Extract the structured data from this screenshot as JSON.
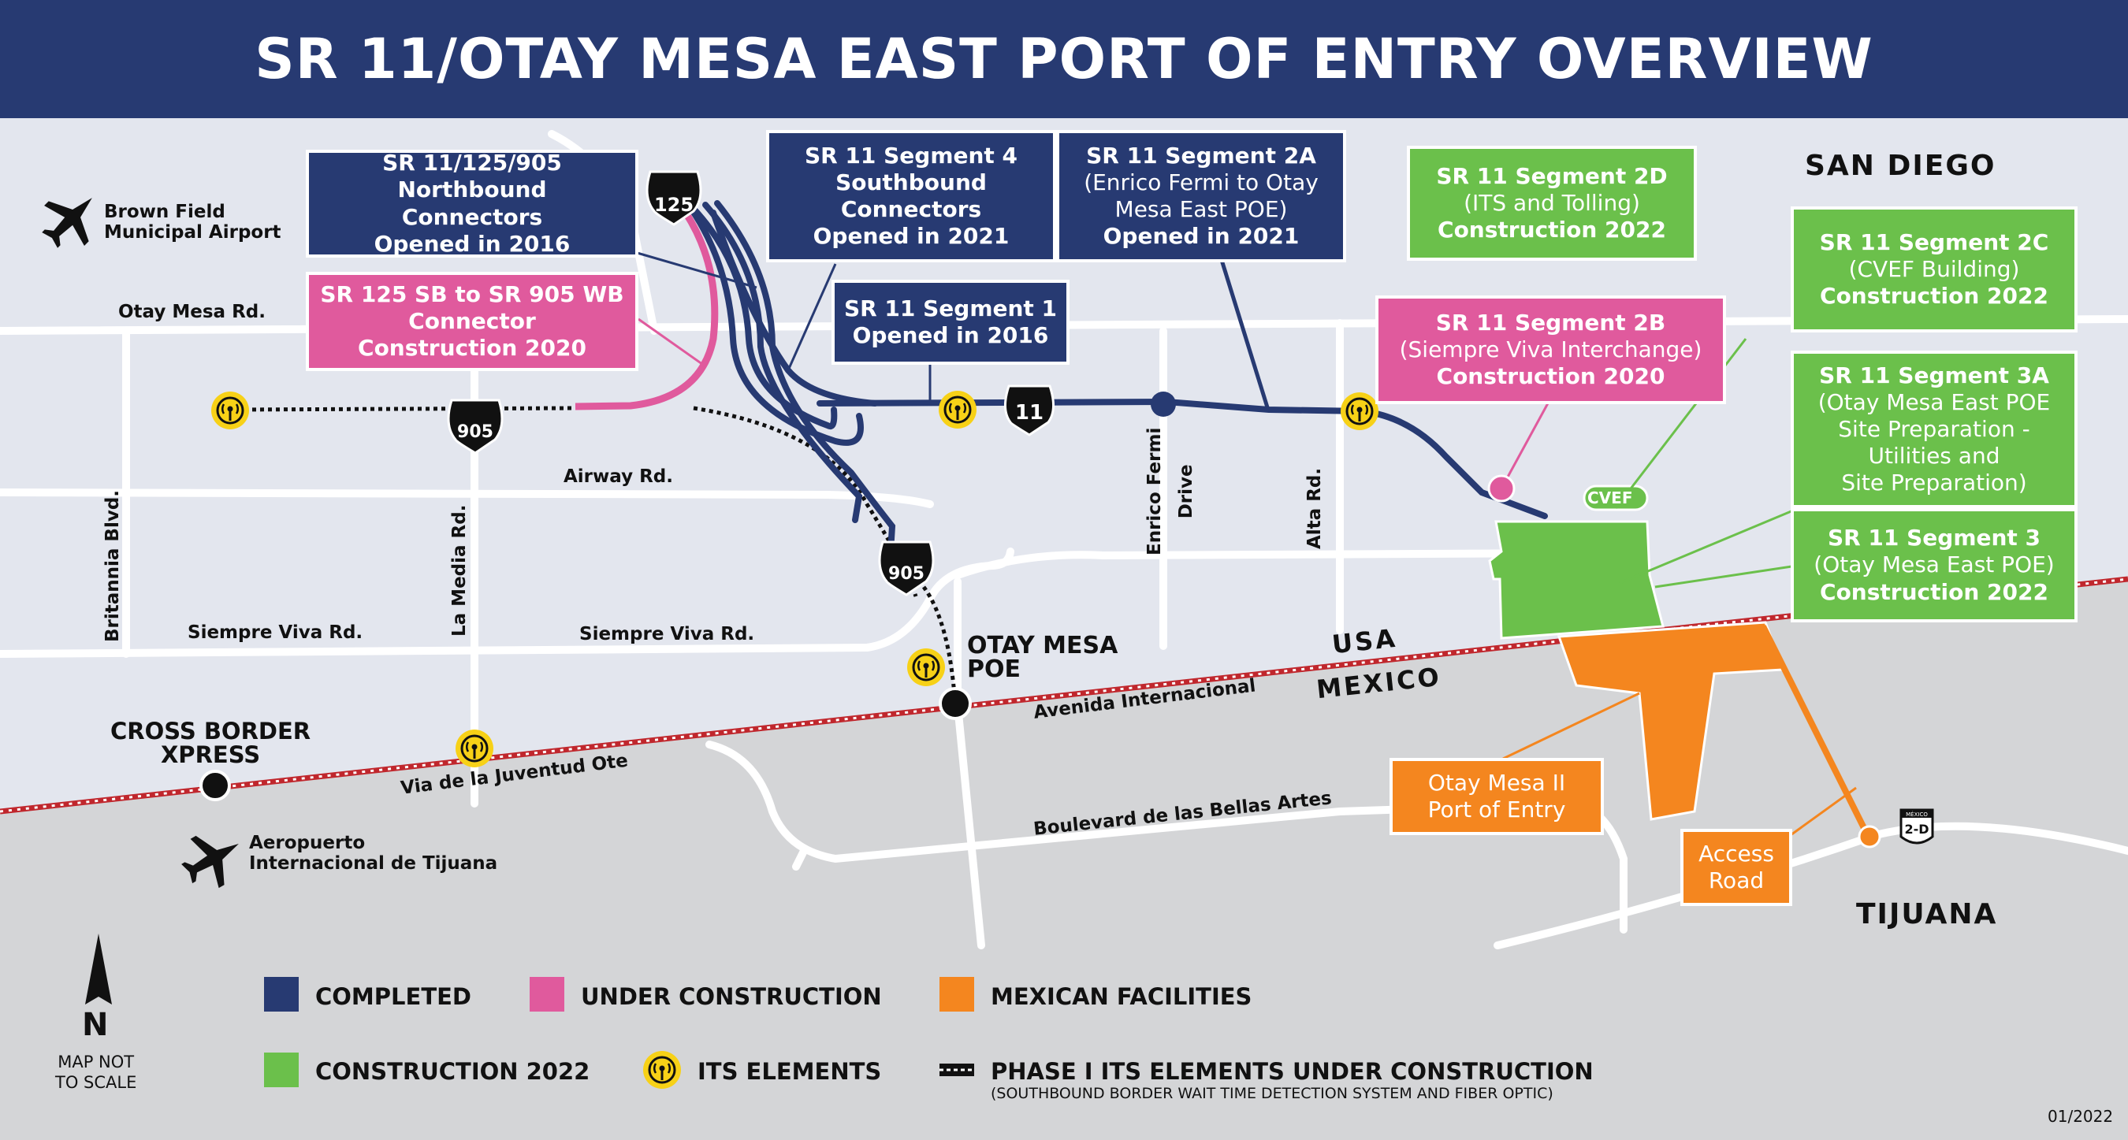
{
  "title": "SR 11/OTAY MESA EAST PORT OF ENTRY OVERVIEW",
  "places": {
    "airport_us": [
      "Brown Field",
      "Municipal Airport"
    ],
    "airport_mx": [
      "Aeropuerto",
      "Internacional de Tijuana"
    ],
    "san_diego": "SAN DIEGO",
    "tijuana": "TIJUANA",
    "usa": "USA",
    "mexico": "MEXICO",
    "otay_poe": [
      "OTAY MESA",
      "POE"
    ],
    "cbx": [
      "CROSS BORDER",
      "XPRESS"
    ],
    "cvef": "CVEF"
  },
  "roads": {
    "otay_mesa_rd": "Otay Mesa Rd.",
    "airway_rd": "Airway Rd.",
    "siempre_viva_1": "Siempre Viva Rd.",
    "siempre_viva_2": "Siempre Viva Rd.",
    "britannia": "Britannia Blvd.",
    "la_media": "La Media Rd.",
    "enrico_fermi": [
      "Enrico Fermi",
      "Drive"
    ],
    "alta": "Alta Rd.",
    "avenida": "Avenida Internacional",
    "via_juventud": "Via de la Juventud Ote",
    "bellas_artes": "Boulevard de las Bellas Artes"
  },
  "shields": {
    "sr125": "125",
    "sr905_a": "905",
    "sr905_b": "905",
    "sr11": "11",
    "mx2d_top": "MÉXICO",
    "mx2d": "2-D"
  },
  "callouts": {
    "nb_connectors": [
      "SR 11/125/905",
      "Northbound",
      "Connectors",
      "Opened in 2016"
    ],
    "sr125_sb": [
      "SR 125 SB to SR 905 WB",
      "Connector",
      "Construction 2020"
    ],
    "seg4": [
      "SR 11 Segment 4",
      "Southbound",
      "Connectors",
      "Opened in 2021"
    ],
    "seg1": [
      "SR 11 Segment 1",
      "Opened in 2016"
    ],
    "seg2a": [
      "SR 11 Segment 2A",
      "(Enrico Fermi to Otay",
      "Mesa East POE)",
      "Opened in 2021"
    ],
    "seg2d": [
      "SR 11 Segment 2D",
      "(ITS and Tolling)",
      "Construction 2022"
    ],
    "seg2b": [
      "SR 11 Segment 2B",
      "(Siempre Viva Interchange)",
      "Construction 2020"
    ],
    "seg2c": [
      "SR 11 Segment 2C",
      "(CVEF Building)",
      "Construction 2022"
    ],
    "seg3a": [
      "SR 11 Segment 3A",
      "(Otay Mesa East POE",
      "Site Preparation -",
      "Utilities and",
      "Site Preparation)"
    ],
    "seg3": [
      "SR 11 Segment 3",
      "(Otay Mesa East POE)",
      "Construction 2022"
    ],
    "otay2": [
      "Otay Mesa II",
      "Port of Entry"
    ],
    "access": [
      "Access",
      "Road"
    ]
  },
  "legend": {
    "completed": "COMPLETED",
    "under_construction": "UNDER CONSTRUCTION",
    "mexican": "MEXICAN FACILITIES",
    "construction_2022": "CONSTRUCTION 2022",
    "its": "ITS ELEMENTS",
    "phase1": "PHASE I ITS ELEMENTS UNDER CONSTRUCTION",
    "phase1_sub": "(SOUTHBOUND BORDER WAIT TIME DETECTION SYSTEM AND FIBER OPTIC)"
  },
  "north": {
    "letter": "N",
    "note": [
      "MAP NOT",
      "TO SCALE"
    ]
  },
  "date": "01/2022",
  "colors": {
    "completed": "#273a72",
    "under_construction": "#e05a9d",
    "construction_2022": "#6bc04b",
    "mexican": "#f4861f",
    "its": "#f7d117",
    "border": "#c0272d"
  },
  "icons": [
    "airplane-icon",
    "its-antenna-icon",
    "north-arrow-icon",
    "route-shield-icon"
  ]
}
